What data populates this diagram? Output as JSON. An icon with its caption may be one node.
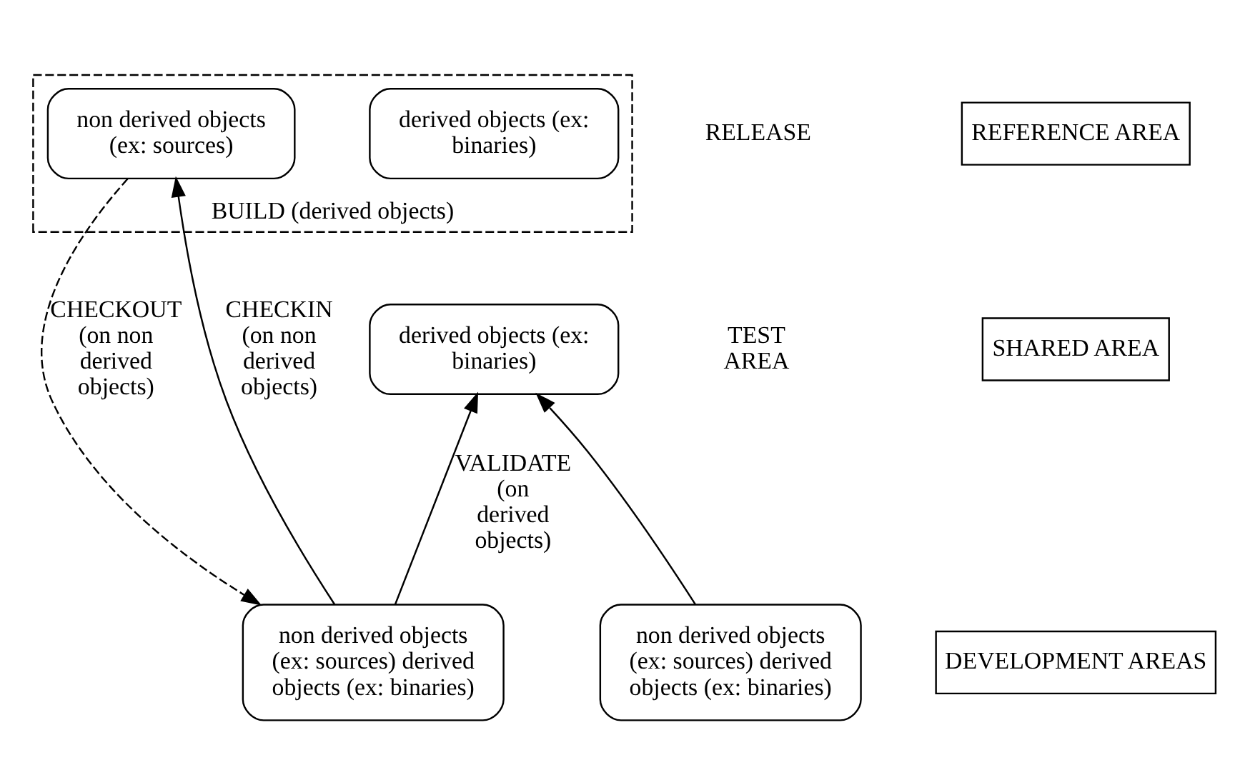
{
  "diagram": {
    "nodes": [
      {
        "text": [
          "BUILD (derived objects)"
        ]
      },
      {
        "text": [
          "REFERENCE AREA"
        ]
      },
      {
        "text": [
          "non derived objects (ex: sources)"
        ],
        "in": 0
      },
      {
        "text": [
          "derived objects (ex: binaries)"
        ],
        "in": 0
      },
      {
        "text": [
          "SHARED AREA"
        ]
      },
      {
        "text": [
          "derived objects (ex: binaries)"
        ]
      },
      {
        "text": [
          "DEVELOPMENT AREAS"
        ]
      },
      {
        "text": [
          "non derived objects (ex: sources) derived objects (ex: binaries)"
        ]
      },
      {
        "text": [
          "non derived objects (ex: sources) derived objects (ex: binaries)"
        ]
      }
    ],
    "edges": [
      {
        "from": 7,
        "to": 2,
        "arrow": "to",
        "label": "CHECKIN (on non derived objects)"
      },
      {
        "from": 2,
        "to": 7,
        "arrow": "to",
        "label": "CHECKOUT (on non derived objects)",
        "style": "dashed"
      },
      {
        "from": 7,
        "to": 5,
        "arrow": "to",
        "label": "VALIDATE (on derived objects)"
      },
      {
        "from": 8,
        "to": 5,
        "arrow": "to"
      }
    ],
    "labels": [
      "RELEASE",
      "TEST AREA"
    ]
  }
}
